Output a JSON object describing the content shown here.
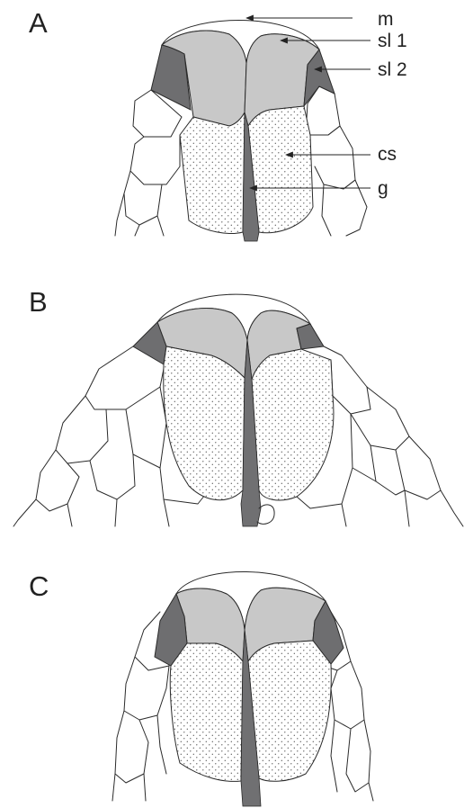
{
  "panels": [
    {
      "id": "A",
      "label": "A"
    },
    {
      "id": "B",
      "label": "B"
    },
    {
      "id": "C",
      "label": "C"
    }
  ],
  "annotations": [
    {
      "id": "m",
      "label": "m"
    },
    {
      "id": "sl1",
      "label": "sl 1"
    },
    {
      "id": "sl2",
      "label": "sl 2"
    },
    {
      "id": "cs",
      "label": "cs"
    },
    {
      "id": "g",
      "label": "g"
    }
  ],
  "colors": {
    "sublabial_1": "#c8c8c8",
    "sublabial_2": "#6e6e70",
    "gular_groove": "#707072",
    "chin_shield_dots": "#555555",
    "outline": "#2a2a2a"
  }
}
